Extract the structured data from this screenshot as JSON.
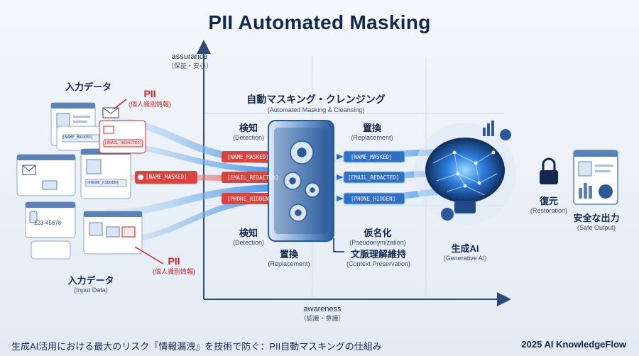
{
  "title": "PII Automated Masking",
  "axes": {
    "y_label": "assurance",
    "y_sub": "（保証・安心）",
    "x_label": "awareness",
    "x_sub": "（認識・意識）"
  },
  "input": {
    "top_label": "入力データ",
    "bottom_label": "入力データ",
    "bottom_sub": "(Input Data)",
    "pii_top": "PII",
    "pii_top_sub": "(個人識別情報)",
    "pii_bottom": "PII",
    "pii_bottom_sub": "(個人識別情報)",
    "card_texts": [
      "[NAME_MASKED]",
      "[EMAIL_REDACTED]",
      "[PHONE_HIDDEN]",
      "123-45678"
    ]
  },
  "engine": {
    "title": "自動マスキング・クレンジング",
    "title_sub": "(Automated Masking & Cleansing)",
    "detect_top": "検知",
    "detect_top_sub": "(Detection)",
    "replace_top": "置換",
    "replace_top_sub": "(Replacement)",
    "detect_bottom": "検知",
    "detect_bottom_sub": "(Detection)",
    "replace_bottom": "置換",
    "replace_bottom_sub": "(Replacement)",
    "pseudo": "仮名化",
    "pseudo_sub": "(Pseudonymization)",
    "context": "文脈理解維持",
    "context_sub": "(Context Preservation)",
    "left_tags": [
      "[NAME_MASKED]",
      "[EMAIL_REDACTED]",
      "[PHONE_HIDDEN]"
    ],
    "right_tags": [
      "[NAME_MASKED]",
      "[EMAIL_REDACTED]",
      "[PHONE_HIDDEN]"
    ],
    "flow_tag": "[NAME_MASKED]"
  },
  "ai": {
    "label": "生成AI",
    "sub": "(Generative AI)"
  },
  "output": {
    "restore": "復元",
    "restore_sub": "(Restoration)",
    "safe": "安全な出力",
    "safe_sub": "(Safe Output)"
  },
  "footer": {
    "left": "生成AI活用における最大のリスク『情報漏洩』を技術で防ぐ：PII自動マスキングの仕組み",
    "right": "2025 AI KnowledgeFlow"
  },
  "colors": {
    "navy": "#13284f",
    "accent_red": "#c8262b",
    "tag_blue": "#2f6fc6",
    "tag_red": "#d9443f",
    "glow_blue": "#3aa0ff"
  }
}
